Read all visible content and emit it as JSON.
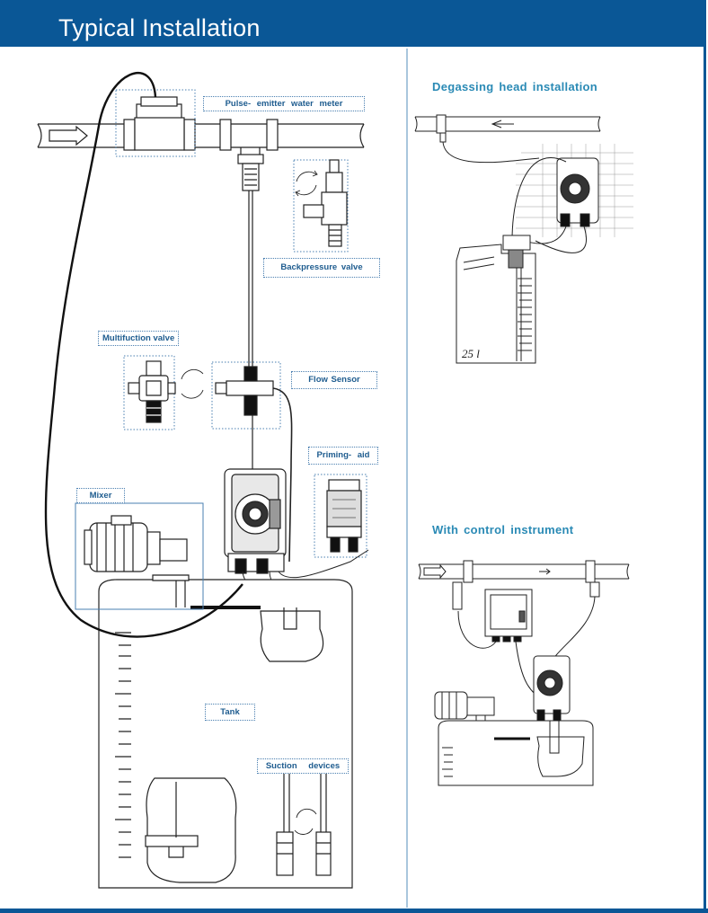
{
  "header": {
    "title": "Typical Installation"
  },
  "main_diagram": {
    "labels": {
      "water_meter": "Pulse- emitter water meter",
      "backpressure_valve": "Backpressure valve",
      "multifunction_valve": "Multifuction valve",
      "flow_sensor": "Flow Sensor",
      "priming_aid": "Priming- aid",
      "mixer": "Mixer",
      "tank": "Tank",
      "suction_devices": "Suction devices"
    }
  },
  "degassing": {
    "title": "Degassing head installation",
    "volume_label": "25 l"
  },
  "control": {
    "title": "With control instrument"
  },
  "colors": {
    "header": "#0a5796",
    "label_text": "#1e5c8f",
    "section_title": "#2a8ab5",
    "divider": "#a9c6dd"
  }
}
